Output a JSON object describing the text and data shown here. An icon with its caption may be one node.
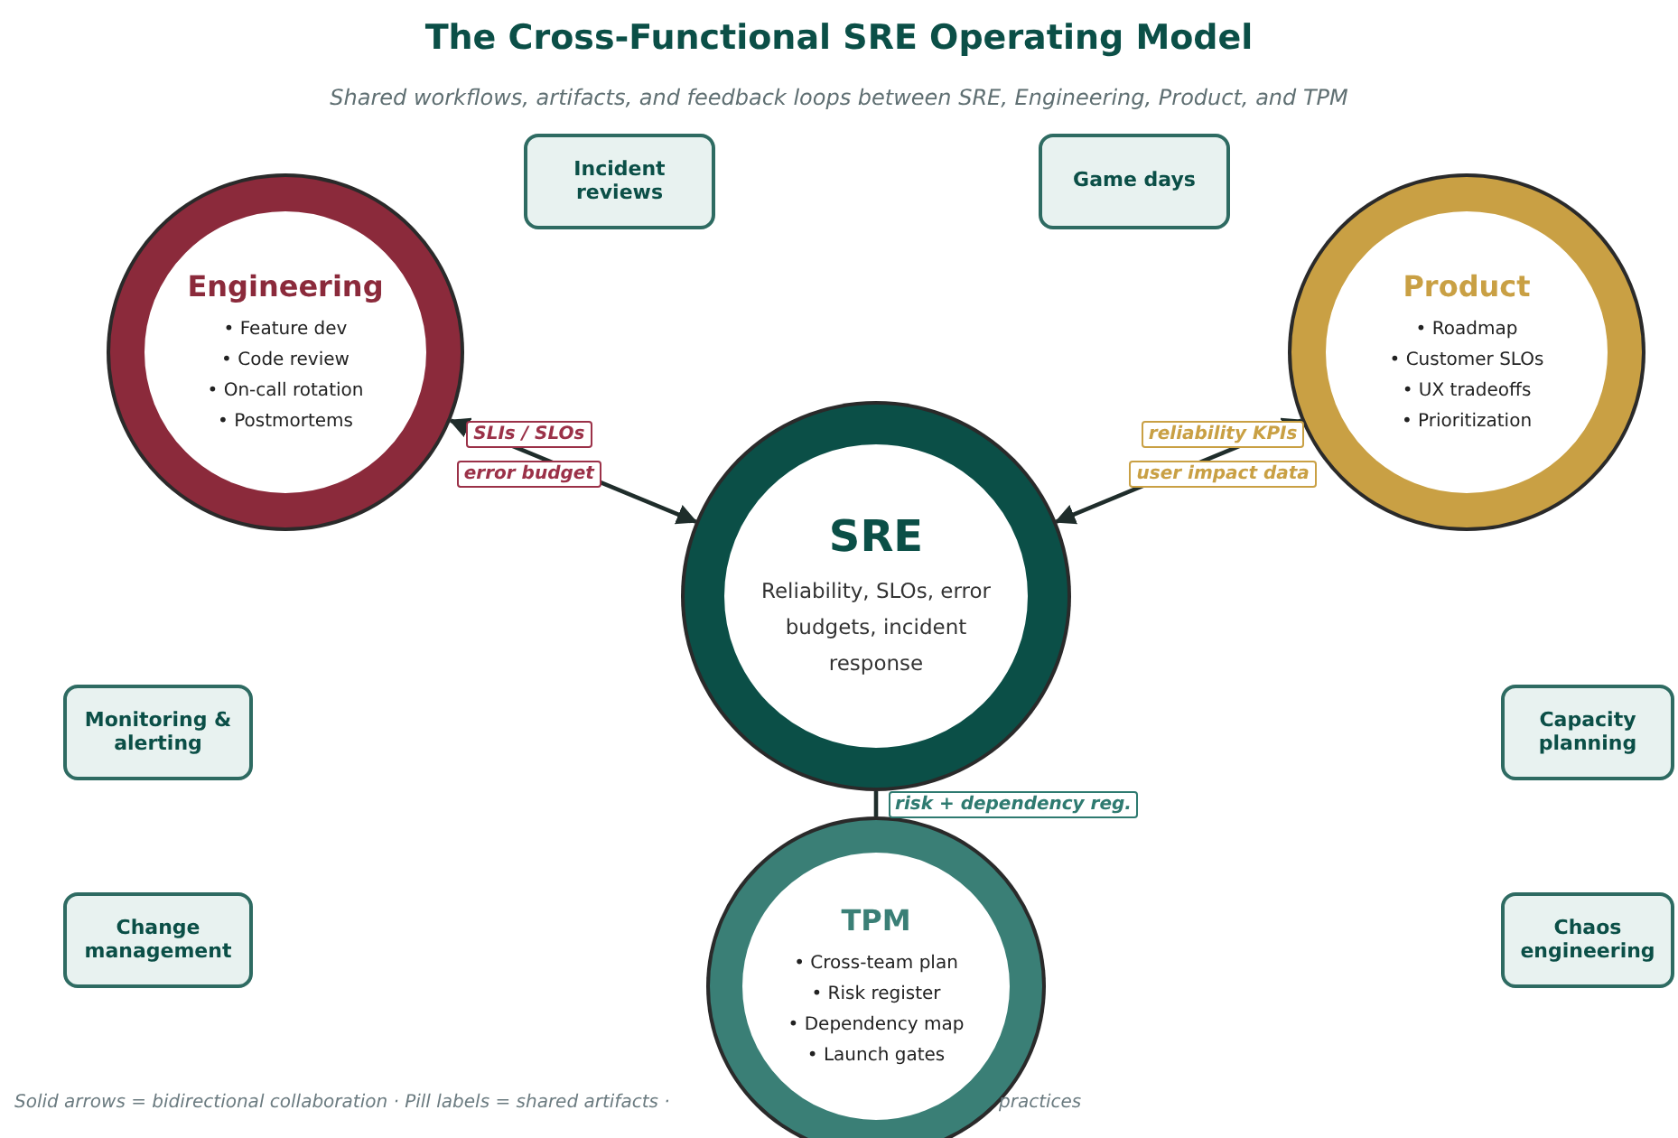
{
  "diagram": {
    "title": "The Cross-Functional SRE Operating Model",
    "caption": "Shared workflows, artifacts, and feedback loops between SRE, Engineering, Product, and TPM",
    "nodes": [
      {
        "text": [
          "Incident reviews"
        ]
      },
      {
        "text": [
          "Game days"
        ]
      },
      {
        "text": [
          "Engineering",
          "• Feature dev",
          "• Code review",
          "• On-call rotation",
          "• Postmortems"
        ]
      },
      {
        "text": [
          "Product",
          "• Roadmap",
          "• Customer SLOs",
          "• UX tradeoffs",
          "• Prioritization"
        ]
      },
      {
        "text": [
          "SRE",
          "Reliability, SLOs, error budgets, incident response"
        ]
      },
      {
        "text": [
          "Monitoring & alerting"
        ]
      },
      {
        "text": [
          "Capacity planning"
        ]
      },
      {
        "text": [
          "TPM",
          "• Cross-team plan",
          "• Risk register",
          "• Dependency map",
          "• Launch gates"
        ]
      },
      {
        "text": [
          "Change management"
        ]
      },
      {
        "text": [
          "Chaos engineering"
        ]
      }
    ],
    "edges": [
      {
        "from": 2,
        "to": 4,
        "arrow": "both",
        "label": "SLIs / SLOs"
      },
      {
        "from": 3,
        "to": 4,
        "arrow": "both",
        "label": "reliability KPIs"
      },
      {
        "from": 4,
        "to": 7,
        "arrow": "none",
        "label": "risk + dependency reg."
      }
    ],
    "labels": [
      "error budget",
      "user impact data",
      "Solid arrows = bidirectional collaboration · Pill labels = shared artifacts ·",
      "practices"
    ]
  }
}
